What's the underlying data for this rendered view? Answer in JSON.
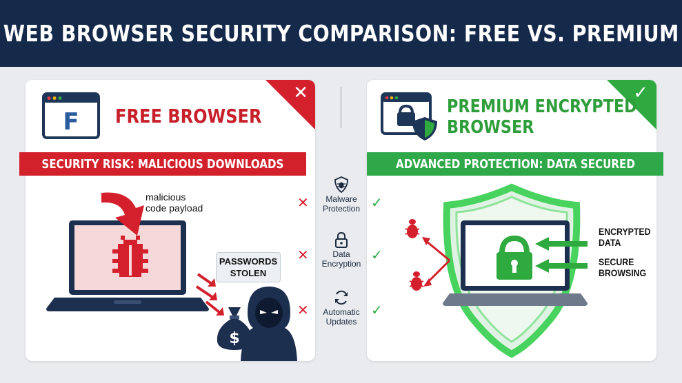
{
  "header": {
    "title": "WEB BROWSER SECURITY COMPARISON: FREE VS. PREMIUM"
  },
  "free_panel": {
    "title": "FREE BROWSER",
    "banner": "SECURITY RISK: MALICIOUS DOWNLOADS",
    "badge_icon": "x-icon",
    "browser_logo_letter": "F",
    "payload_label_line1": "malicious",
    "payload_label_line2": "code payload",
    "bubble_line1": "PASSWORDS",
    "bubble_line2": "STOLEN",
    "money_symbol": "$",
    "accent_color": "#d4202d"
  },
  "premium_panel": {
    "title_line1": "PREMIUM ENCRYPTED",
    "title_line2": "BROWSER",
    "banner": "ADVANCED PROTECTION: DATA SECURED",
    "badge_icon": "check-icon",
    "label_encrypted_line1": "ENCRYPTED",
    "label_encrypted_line2": "DATA",
    "label_secure_line1": "SECURE",
    "label_secure_line2": "BROWSING",
    "accent_color": "#2eaa3f"
  },
  "features": [
    {
      "line1": "Malware",
      "line2": "Protection",
      "icon": "bug-shield-icon",
      "free": "✕",
      "premium": "✓"
    },
    {
      "line1": "Data",
      "line2": "Encryption",
      "icon": "lock-icon",
      "free": "✕",
      "premium": "✓"
    },
    {
      "line1": "Automatic",
      "line2": "Updates",
      "icon": "refresh-icon",
      "free": "✕",
      "premium": "✓"
    }
  ]
}
